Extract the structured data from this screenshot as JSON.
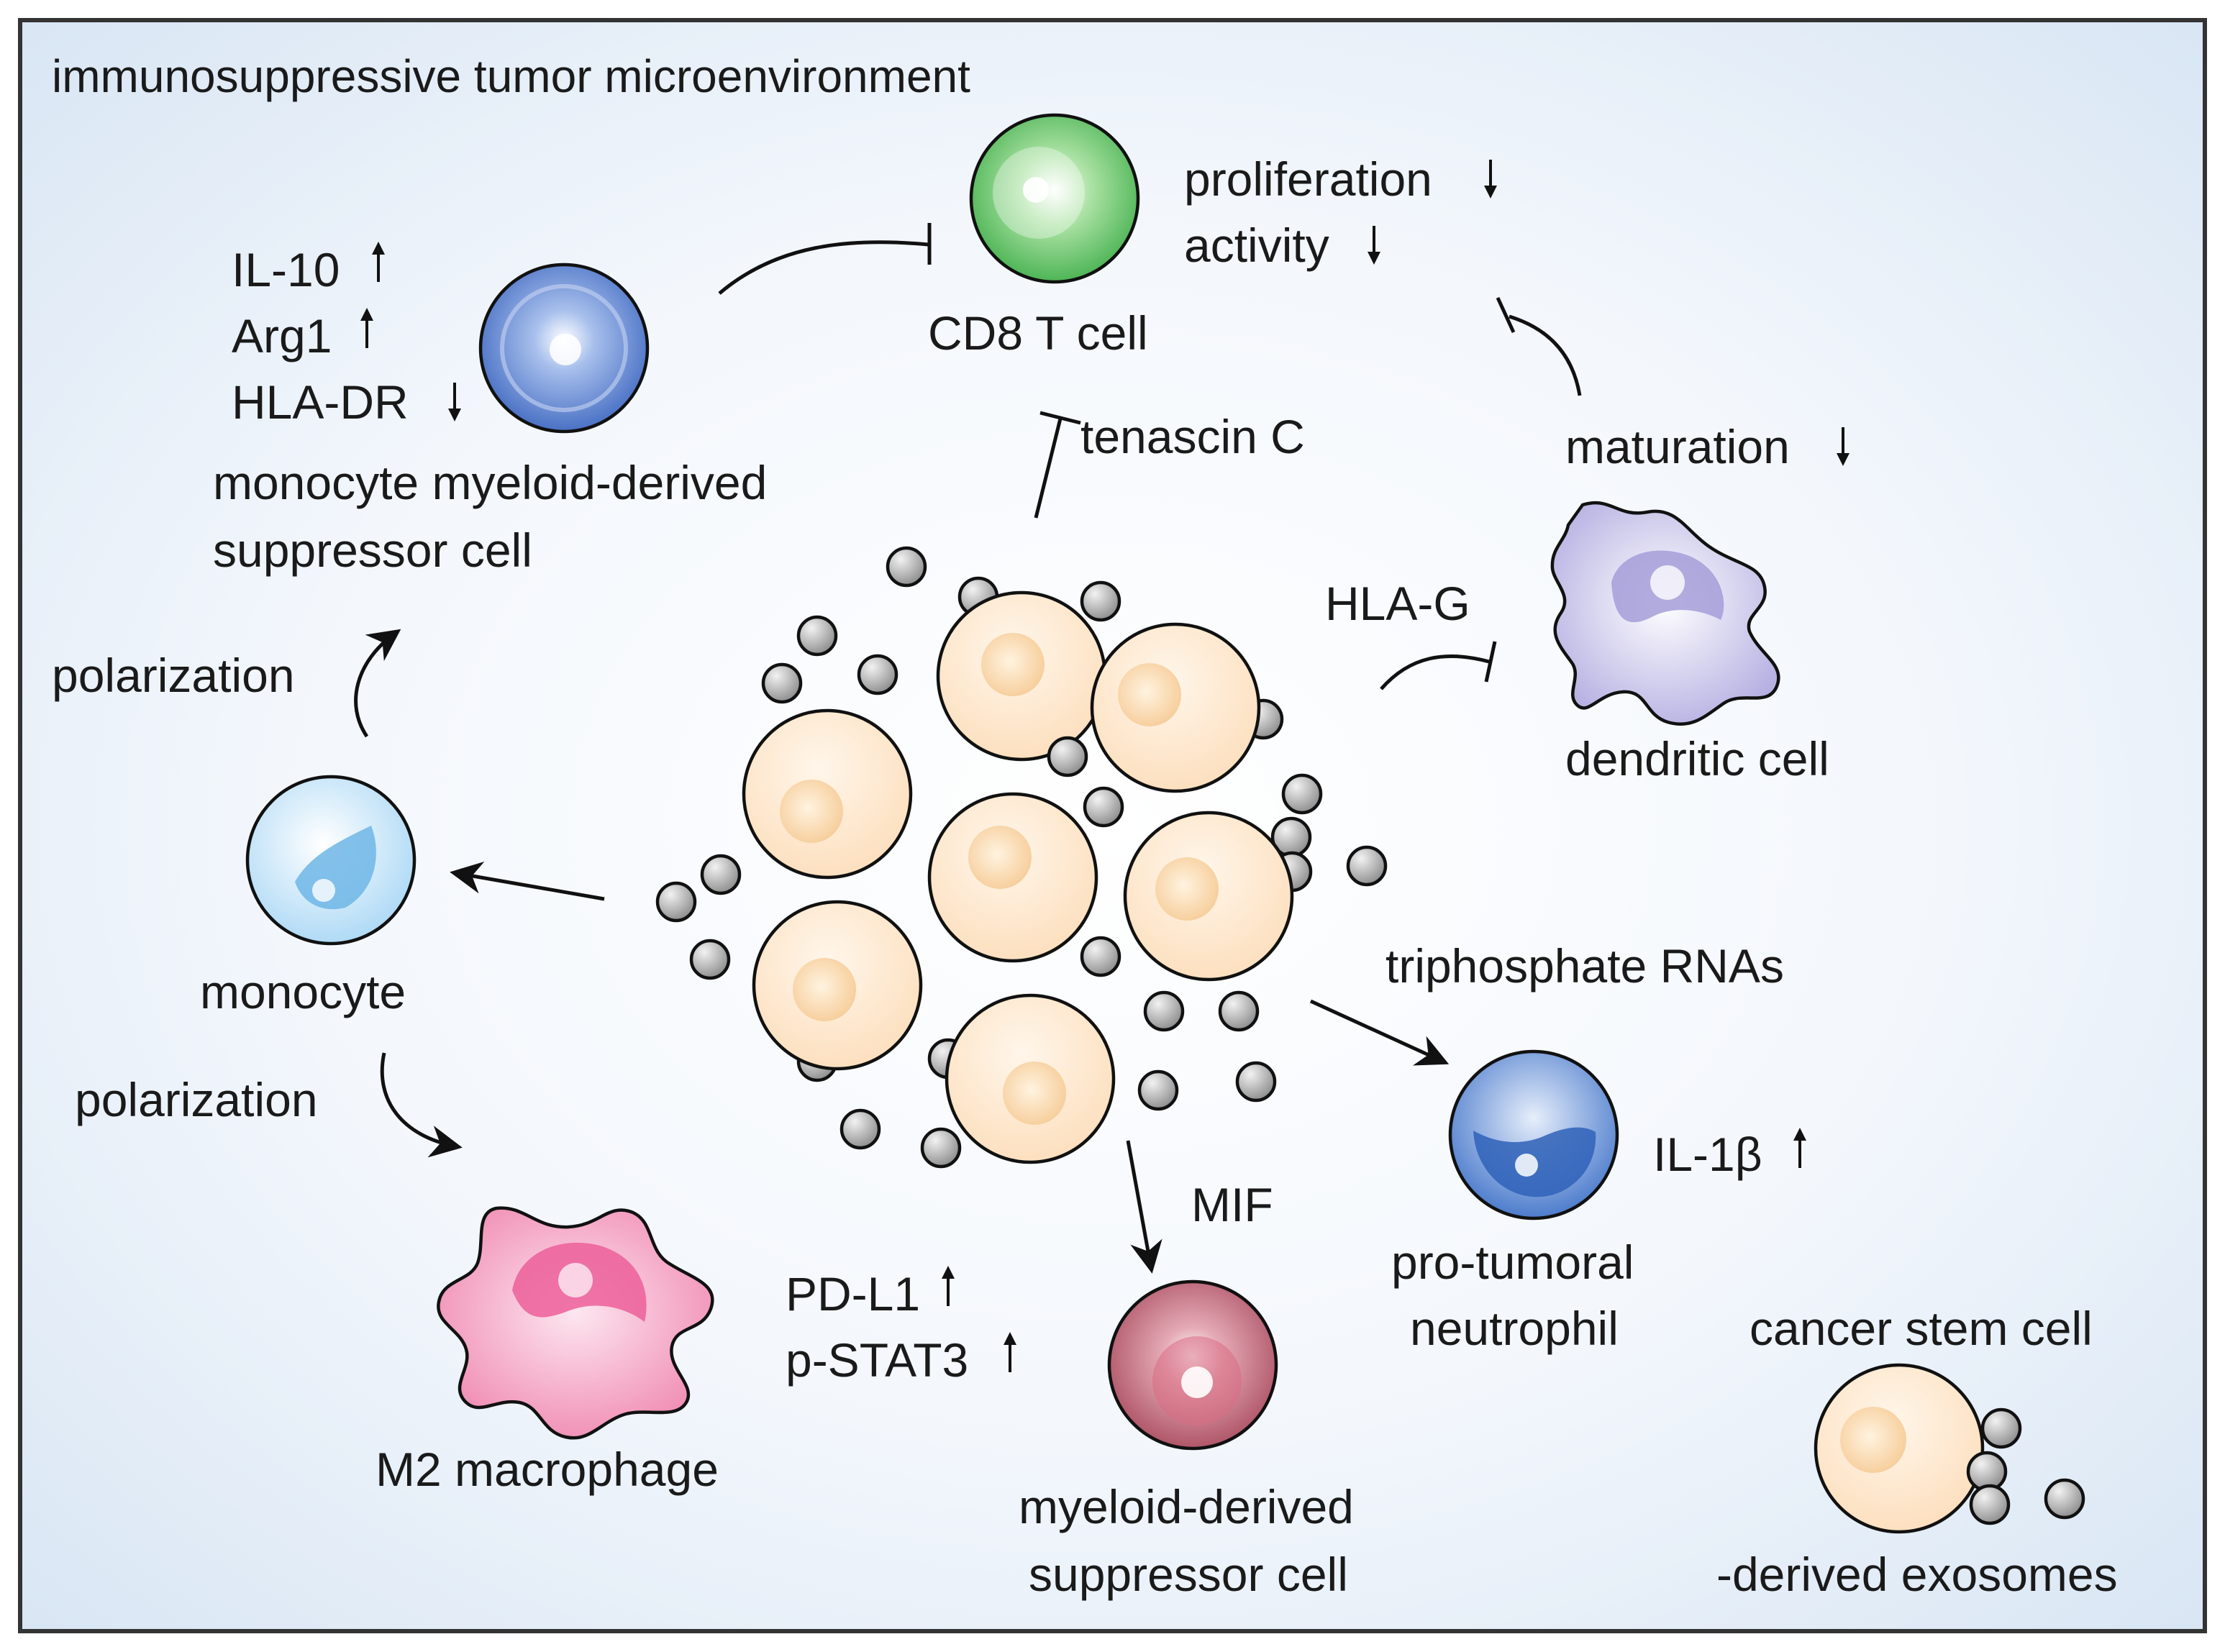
{
  "title": "immunosuppressive tumor microenvironment",
  "cells": {
    "cd8": "CD8 T cell",
    "mdsc_mono_line1": "monocyte myeloid-derived",
    "mdsc_mono_line2": "suppressor cell",
    "monocyte": "monocyte",
    "dendritic": "dendritic cell",
    "m2": "M2 macrophage",
    "mdsc_line1": "myeloid-derived",
    "mdsc_line2": "suppressor cell",
    "neutrophil_line1": "pro-tumoral",
    "neutrophil_line2": "neutrophil",
    "csc_line1": "cancer stem cell",
    "csc_line2": "-derived exosomes"
  },
  "labels": {
    "proliferation": "proliferation",
    "activity": "activity",
    "il10": "IL-10",
    "arg1": "Arg1",
    "hladr": "HLA-DR",
    "tenascin": "tenascin C",
    "maturation": "maturation",
    "hlag": "HLA-G",
    "polarization_top": "polarization",
    "polarization_bottom": "polarization",
    "triphosphate": "triphosphate RNAs",
    "il1b": "IL-1β",
    "mif": "MIF",
    "pdl1": "PD-L1",
    "pstat3": "p-STAT3"
  },
  "regulation": {
    "proliferation": "down",
    "activity": "down",
    "il10": "up",
    "arg1": "up",
    "hladr": "down",
    "maturation": "down",
    "il1b": "up",
    "pdl1": "up",
    "pstat3": "up"
  },
  "colors": {
    "tumor": "#fde3c4",
    "exosome": "#9a9a9a",
    "cd8": "#52c25a",
    "mdsc_mono": "#4f78c9",
    "monocyte": "#8cc8f0",
    "dendritic": "#b8b3e0",
    "m2": "#f28fb5",
    "mdsc": "#b85a6c",
    "neutrophil": "#4a7fd1"
  }
}
